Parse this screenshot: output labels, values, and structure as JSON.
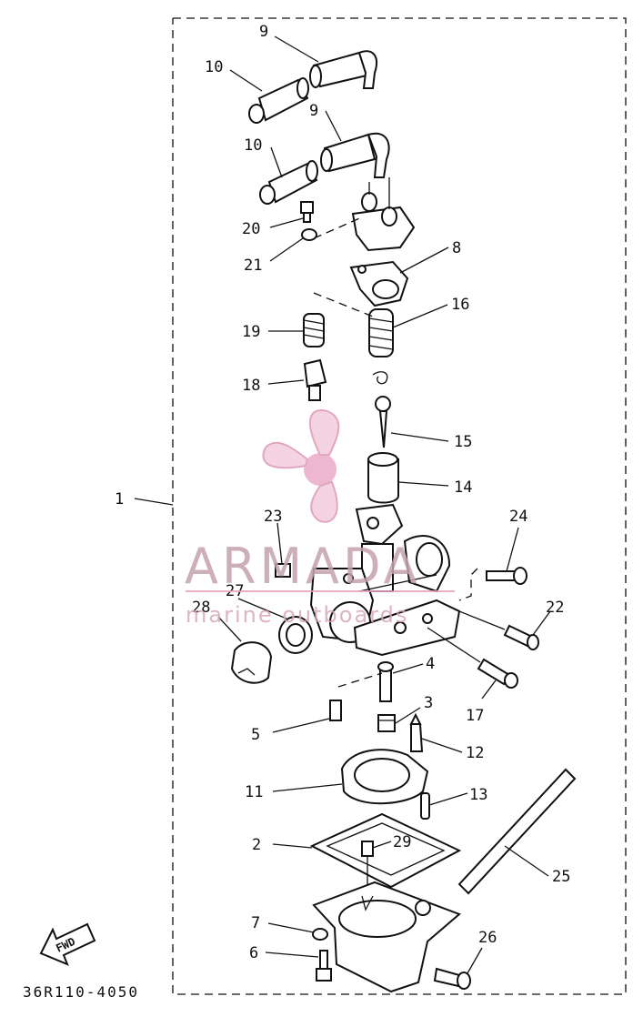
{
  "diagram": {
    "code": "36R110-4050",
    "fwd_label": "FWD",
    "watermark": {
      "brand": "ARMADA",
      "tagline": "marine outboards",
      "color": "#e8a0c0"
    },
    "callouts": [
      "1",
      "2",
      "3",
      "4",
      "5",
      "6",
      "7",
      "8",
      "9",
      "9",
      "10",
      "10",
      "11",
      "12",
      "13",
      "14",
      "15",
      "16",
      "17",
      "18",
      "19",
      "20",
      "21",
      "22",
      "23",
      "24",
      "25",
      "26",
      "27",
      "28",
      "29"
    ]
  }
}
